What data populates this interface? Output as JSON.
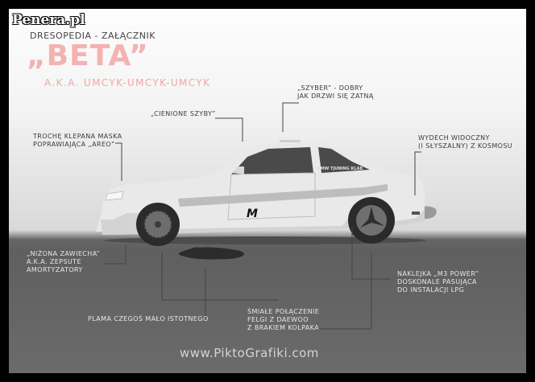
{
  "watermark": "Penera.pl",
  "header": {
    "supertitle": "DRESOPEDIA - ZAŁĄCZNIK",
    "title": "„BETA”",
    "subtitle": "A.K.A. UMCYK-UMCYK-UMCYK"
  },
  "car": {
    "window_badge": "BMW TJUNING KLAB",
    "door_logo": "M"
  },
  "annotations": {
    "maska": [
      "TROCHĘ KLEPANA MASKA",
      "POPRAWIAJĄCA „AREO”"
    ],
    "szyby": [
      "„CIENIONE SZYBY”"
    ],
    "szyber": [
      "„SZYBER” - DOBRY",
      "JAK DRZWI SIĘ ZATNĄ"
    ],
    "wydech": [
      "WYDECH WIDOCZNY",
      "(I SŁYSZALNY) Z KOSMOSU"
    ],
    "zawiecha": [
      "„NIŻONA ZAWIECHA”",
      "A.K.A. ZEPSUTE",
      "AMORTYZATORY"
    ],
    "plama": [
      "PLAMA CZEGOŚ MAŁO ISTOTNEGO"
    ],
    "felgi": [
      "ŚMIAŁE POŁĄCZENIE",
      "FELGI Z DAEWOO",
      "Z BRAKIEM KOLPAKA"
    ],
    "naklejka": [
      "NAKLEJKA „M3 POWER”",
      "DOSKONALE PASUJĄCA",
      "DO INSTALACJI LPG"
    ]
  },
  "footer": "www.PiktoGrafiki.com",
  "colors": {
    "title": "#f4b2b2",
    "background_top": "#f4f4f4",
    "floor": "#606060",
    "car_body": "#eaeaea",
    "window": "#4a4a4a"
  }
}
